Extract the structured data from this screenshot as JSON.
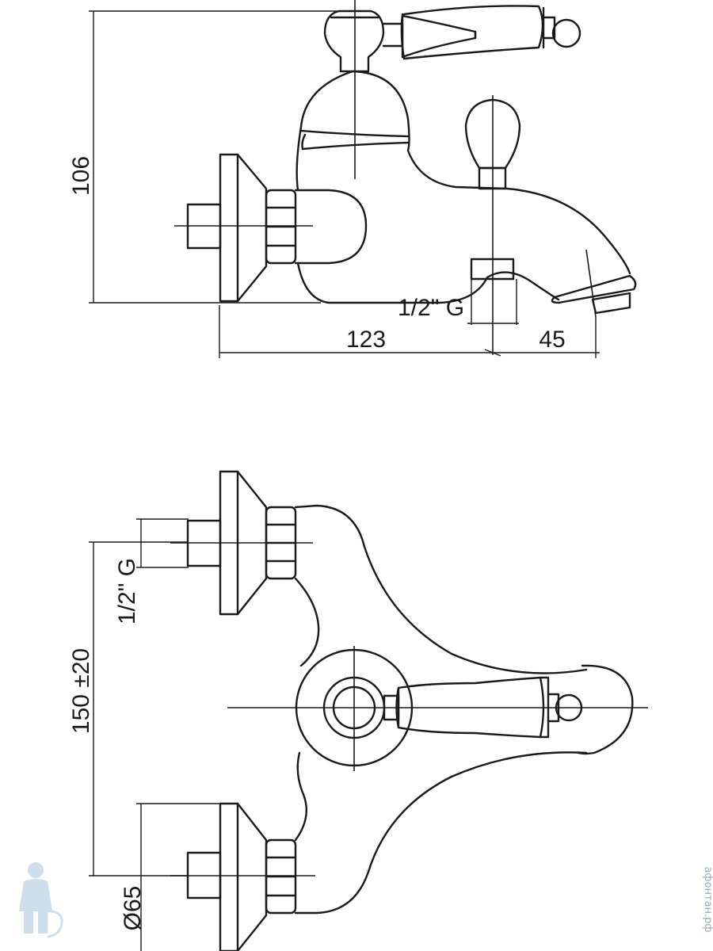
{
  "side_view": {
    "height_dim": "106",
    "thread_dim": "1/2\" G",
    "length_dim": "123",
    "spout_dim": "45"
  },
  "top_view": {
    "thread_dim": "1/2\" G",
    "centres_dim": "150 ±20",
    "flange_dim": "Ø65"
  },
  "watermark": {
    "text": "афонтан.рф"
  }
}
